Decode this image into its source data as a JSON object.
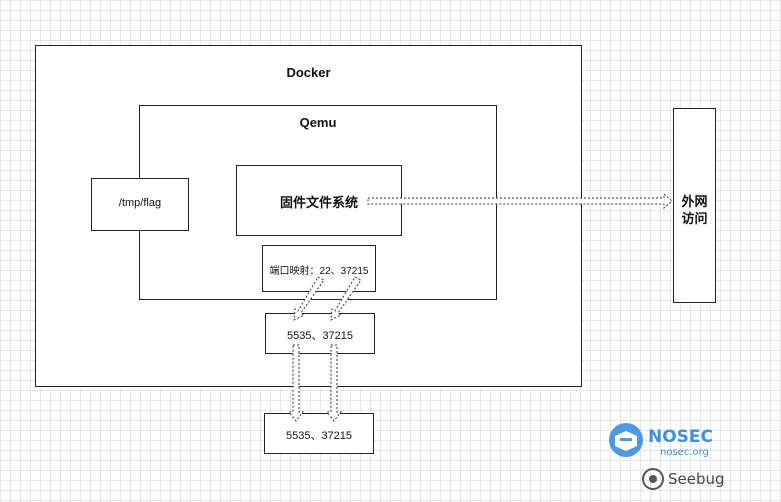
{
  "docker": {
    "title": "Docker"
  },
  "qemu": {
    "title": "Qemu"
  },
  "flag": {
    "label": "/tmp/flag"
  },
  "firmware": {
    "label": "固件文件系统"
  },
  "port_map": {
    "label": "端口映射：22、37215"
  },
  "docker_ports": {
    "label": "5535、37215"
  },
  "host_ports": {
    "label": "5535、37215"
  },
  "external": {
    "label_line1": "外网",
    "label_line2": "访问"
  },
  "watermark": {
    "brand": "NOSEC",
    "site": "nosec.org",
    "partner": "Seebug",
    "color": "#3d8fe0"
  }
}
